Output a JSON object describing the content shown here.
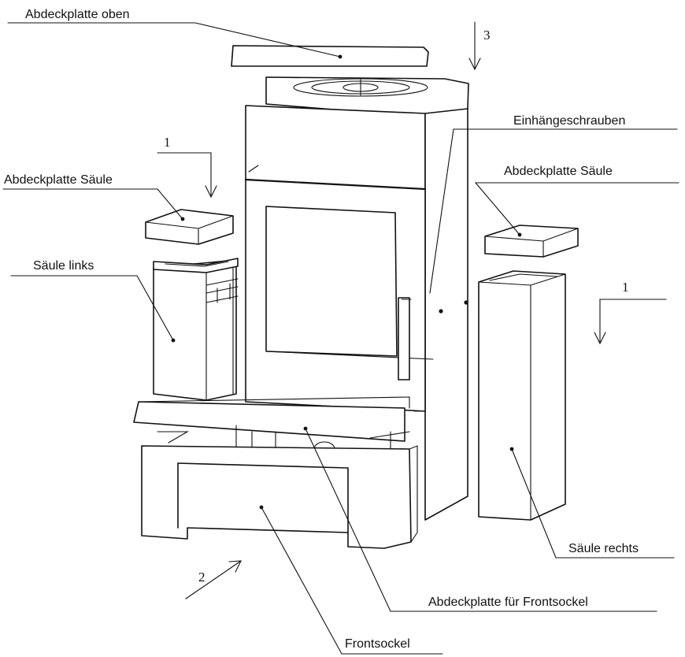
{
  "labels": {
    "cover_top": "Abdeckplatte oben",
    "hanging_screws": "Einhängeschrauben",
    "column_cover_left": "Abdeckplatte Säule",
    "column_cover_right": "Abdeckplatte Säule",
    "column_left": "Säule links",
    "column_right": "Säule rechts",
    "front_base_cover": "Abdeckplatte für Frontsockel",
    "front_base": "Frontsockel"
  },
  "markers": {
    "arrow_3": "3",
    "arrow_1_left": "1",
    "arrow_1_right": "1",
    "arrow_2": "2"
  }
}
